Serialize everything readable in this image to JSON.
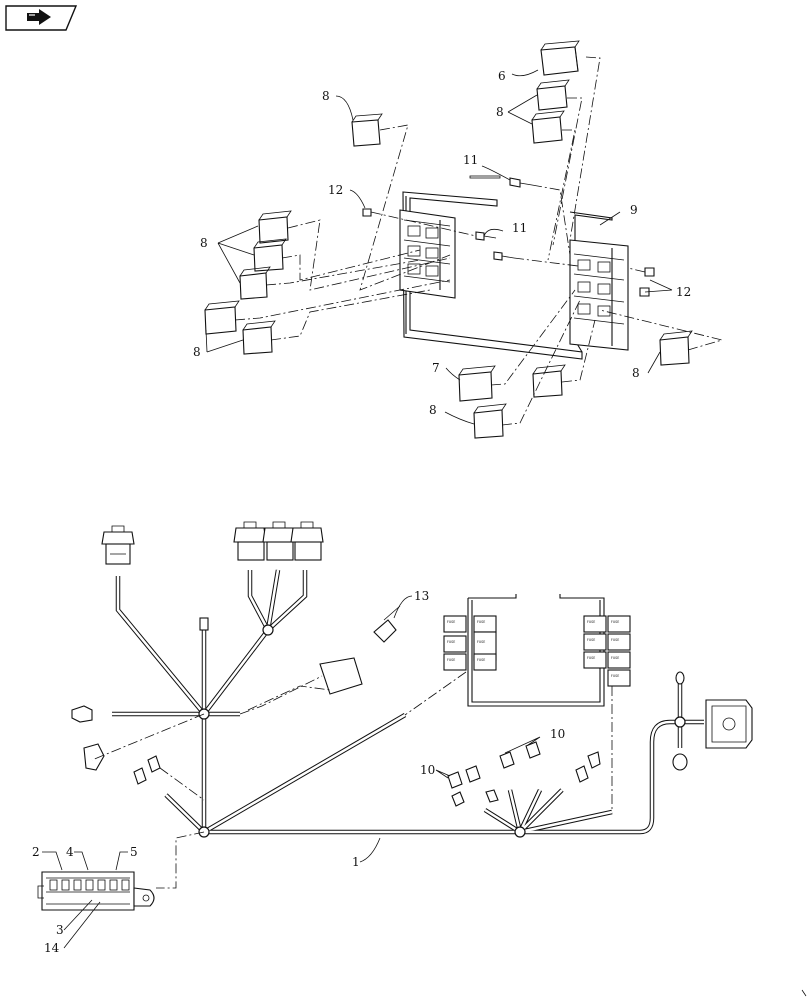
{
  "toolbar": {
    "nav_icon": "arrow-right-icon",
    "nav_label": "next page"
  },
  "callouts": {
    "upper": [
      {
        "id": "c6",
        "label": "6"
      },
      {
        "id": "c8a",
        "label": "8"
      },
      {
        "id": "c8b",
        "label": "8"
      },
      {
        "id": "c11a",
        "label": "11"
      },
      {
        "id": "c12a",
        "label": "12"
      },
      {
        "id": "c9",
        "label": "9"
      },
      {
        "id": "c8c",
        "label": "8"
      },
      {
        "id": "c11b",
        "label": "11"
      },
      {
        "id": "c12b",
        "label": "12"
      },
      {
        "id": "c8d",
        "label": "8"
      },
      {
        "id": "c7",
        "label": "7"
      },
      {
        "id": "c8e",
        "label": "8"
      },
      {
        "id": "c8f",
        "label": "8"
      }
    ],
    "lower": [
      {
        "id": "c13",
        "label": "13"
      },
      {
        "id": "c10a",
        "label": "10"
      },
      {
        "id": "c10b",
        "label": "10"
      },
      {
        "id": "c1",
        "label": "1"
      },
      {
        "id": "c2",
        "label": "2"
      },
      {
        "id": "c4",
        "label": "4"
      },
      {
        "id": "c5",
        "label": "5"
      },
      {
        "id": "c3",
        "label": "3"
      },
      {
        "id": "c14",
        "label": "14"
      }
    ]
  },
  "colors": {
    "line": "#111111",
    "background": "#ffffff"
  }
}
